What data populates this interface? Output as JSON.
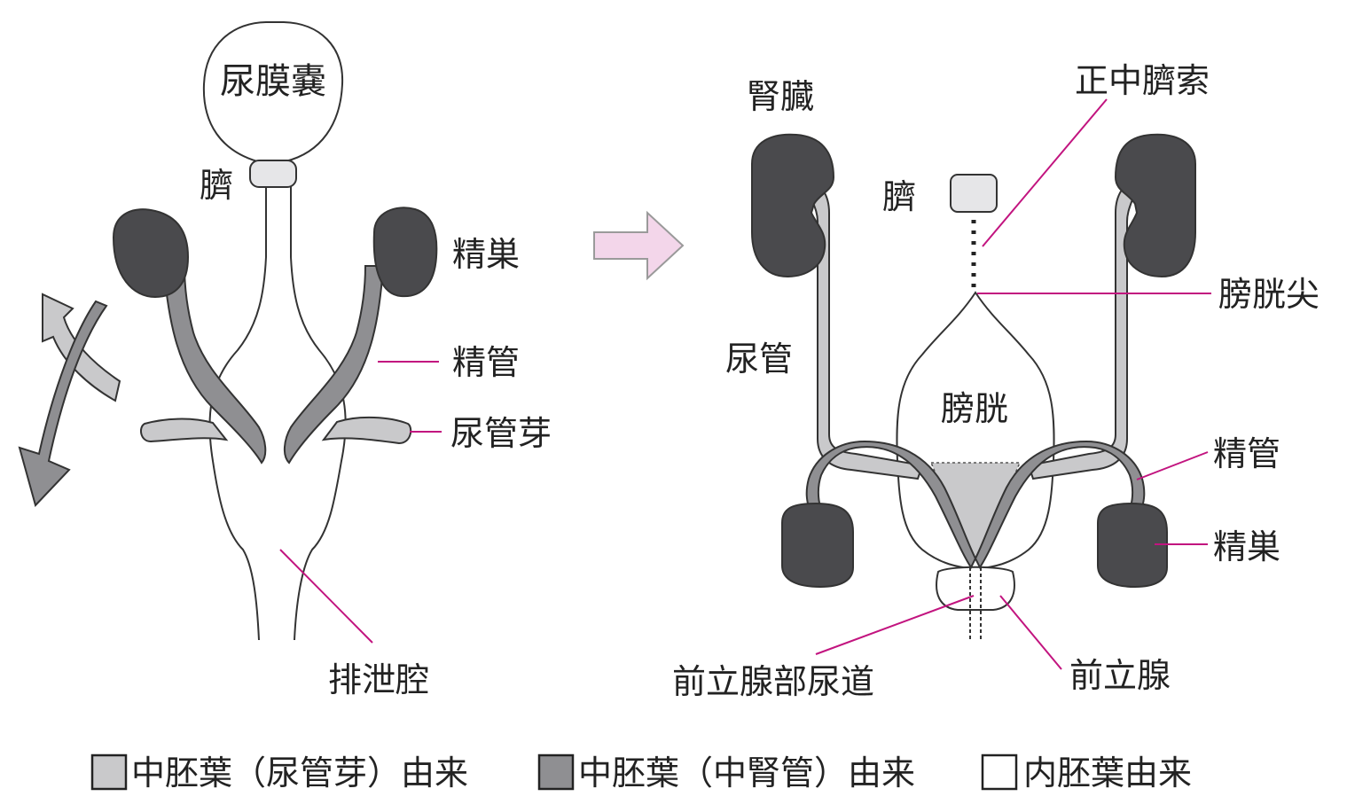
{
  "colors": {
    "light_gray": "#c9c9cb",
    "mid_gray": "#8f8f92",
    "dark_gray": "#4a4a4d",
    "outline": "#333333",
    "leader": "#c2147f",
    "arrow_fill": "#f3d6ea",
    "arrow_stroke": "#9a9a9a"
  },
  "left_labels": {
    "allantois": "尿膜嚢",
    "umbilicus": "臍",
    "testis": "精巣",
    "vas_deferens": "精管",
    "ureteric_bud": "尿管芽",
    "cloaca": "排泄腔"
  },
  "right_labels": {
    "kidney": "腎臓",
    "median_umbilical_ligament": "正中臍索",
    "umbilicus": "臍",
    "bladder_apex": "膀胱尖",
    "ureter": "尿管",
    "bladder": "膀胱",
    "vas_deferens": "精管",
    "testis": "精巣",
    "prostatic_urethra": "前立腺部尿道",
    "prostate": "前立腺"
  },
  "legend": [
    {
      "label": "中胚葉（尿管芽）由来",
      "swatch": "light_gray"
    },
    {
      "label": "中胚葉（中腎管）由来",
      "swatch": "mid_gray"
    },
    {
      "label": "内胚葉由来",
      "swatch": "white"
    }
  ]
}
